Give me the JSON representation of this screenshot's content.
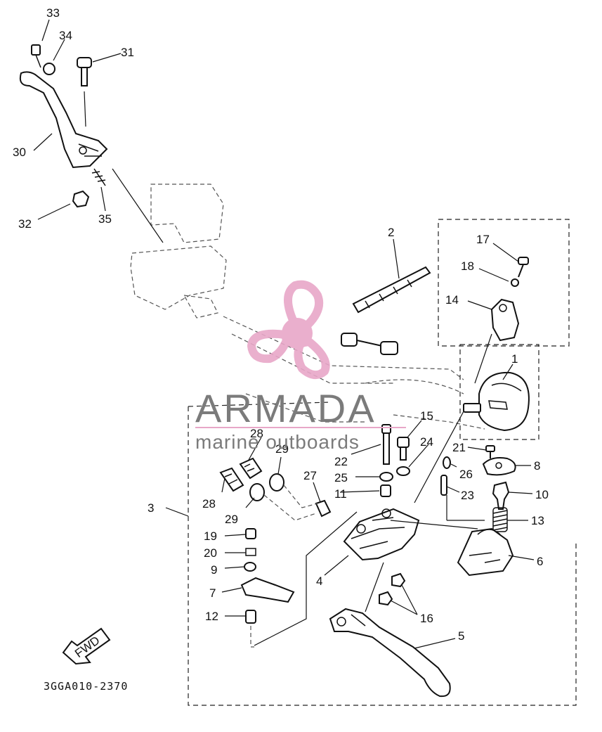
{
  "diagram": {
    "drawing_code": "3GGA010-2370",
    "fwd_label": "FWD",
    "watermark": {
      "brand": "ARMADA",
      "tagline": "marine outboards",
      "colors": {
        "logo_pink": "#e8a7c8",
        "text_gray": "#7b7b7b"
      },
      "icon": "propeller-logo-icon"
    },
    "part_labels": {
      "p1": "1",
      "p2": "2",
      "p3": "3",
      "p4": "4",
      "p5": "5",
      "p6": "6",
      "p7": "7",
      "p8": "8",
      "p9": "9",
      "p10": "10",
      "p11": "11",
      "p12": "12",
      "p13": "13",
      "p14": "14",
      "p15": "15",
      "p16": "16",
      "p17": "17",
      "p18": "18",
      "p19": "19",
      "p20": "20",
      "p21": "21",
      "p22": "22",
      "p23": "23",
      "p24": "24",
      "p25": "25",
      "p26": "26",
      "p27": "27",
      "p28a": "28",
      "p28b": "28",
      "p29a": "29",
      "p29b": "29",
      "p30": "30",
      "p31": "31",
      "p32": "32",
      "p33": "33",
      "p34": "34",
      "p35": "35"
    }
  }
}
